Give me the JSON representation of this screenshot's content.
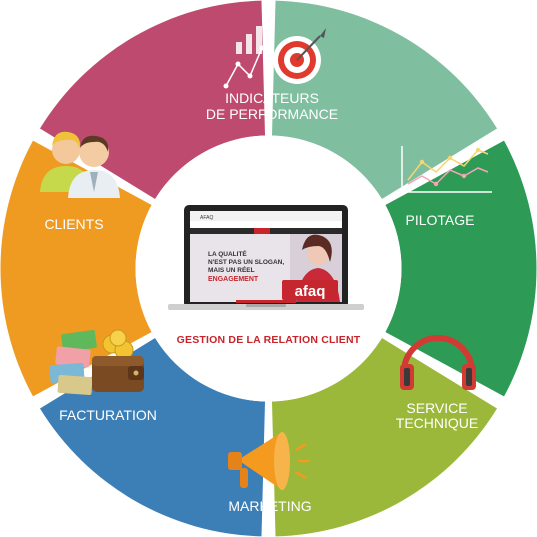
{
  "center": {
    "title": "GESTION DE LA RELATION CLIENT",
    "screen": {
      "logo_text": "AFAQ",
      "headline_1": "LA QUALITÉ",
      "headline_2": "N'EST PAS UN SLOGAN,",
      "headline_3": "MAIS UN RÉEL",
      "headline_4": "ENGAGEMENT",
      "brand": "afaq"
    }
  },
  "segments": [
    {
      "id": "indicateurs",
      "lines": [
        "INDICATEURS",
        "DE PERFORMANCE"
      ],
      "color": "#ef9b22",
      "icon": "target-chart-icon"
    },
    {
      "id": "pilotage",
      "lines": [
        "PILOTAGE"
      ],
      "color": "#be4a6f",
      "icon": "line-chart-icon"
    },
    {
      "id": "service",
      "lines": [
        "SERVICE",
        "TECHNIQUE"
      ],
      "color": "#7fbfa0",
      "icon": "headphones-icon"
    },
    {
      "id": "marketing",
      "lines": [
        "MARKETING"
      ],
      "color": "#2d9a55",
      "icon": "megaphone-icon"
    },
    {
      "id": "facturation",
      "lines": [
        "FACTURATION"
      ],
      "color": "#9bb83a",
      "icon": "money-wallet-icon"
    },
    {
      "id": "clients",
      "lines": [
        "CLIENTS"
      ],
      "color": "#3c7fb7",
      "icon": "users-icon"
    }
  ]
}
